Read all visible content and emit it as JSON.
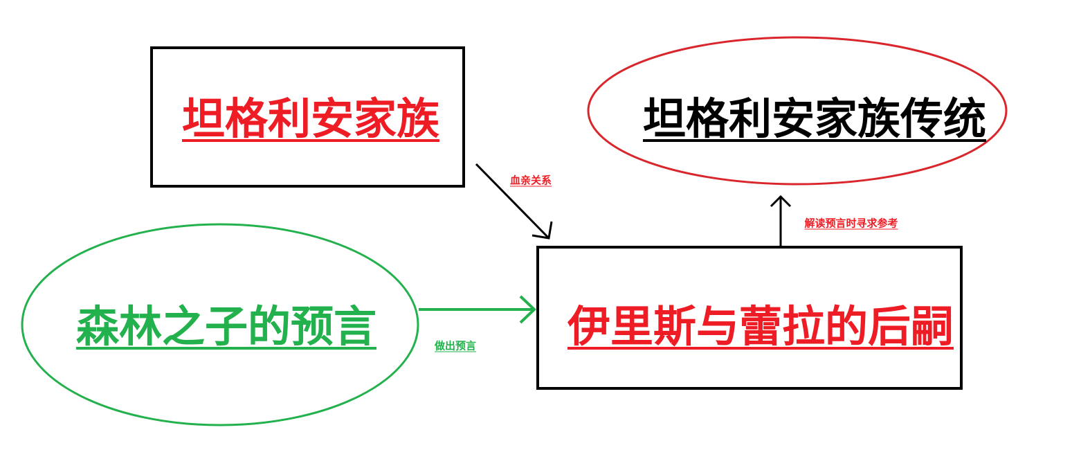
{
  "nodes": {
    "tangrian_family": {
      "label": "坦格利安家族",
      "color": "#ee1c24"
    },
    "tangrian_tradition": {
      "label": "坦格利安家族传统",
      "color": "#000000"
    },
    "forest_prophecy": {
      "label": "森林之子的预言",
      "color": "#22b14c"
    },
    "heir": {
      "label": "伊里斯与蕾拉的后嗣",
      "color": "#ee1c24"
    }
  },
  "edges": {
    "blood": {
      "label": "血亲关系",
      "color": "#ee1c24",
      "line_color": "#000000"
    },
    "prophecy": {
      "label": "做出预言",
      "color": "#22b14c",
      "line_color": "#22b14c"
    },
    "reference": {
      "label": "解读预言时寻求参考",
      "color": "#ee1c24",
      "line_color": "#000000"
    }
  },
  "colors": {
    "red": "#ee1c24",
    "green": "#22b14c",
    "black": "#000000"
  }
}
